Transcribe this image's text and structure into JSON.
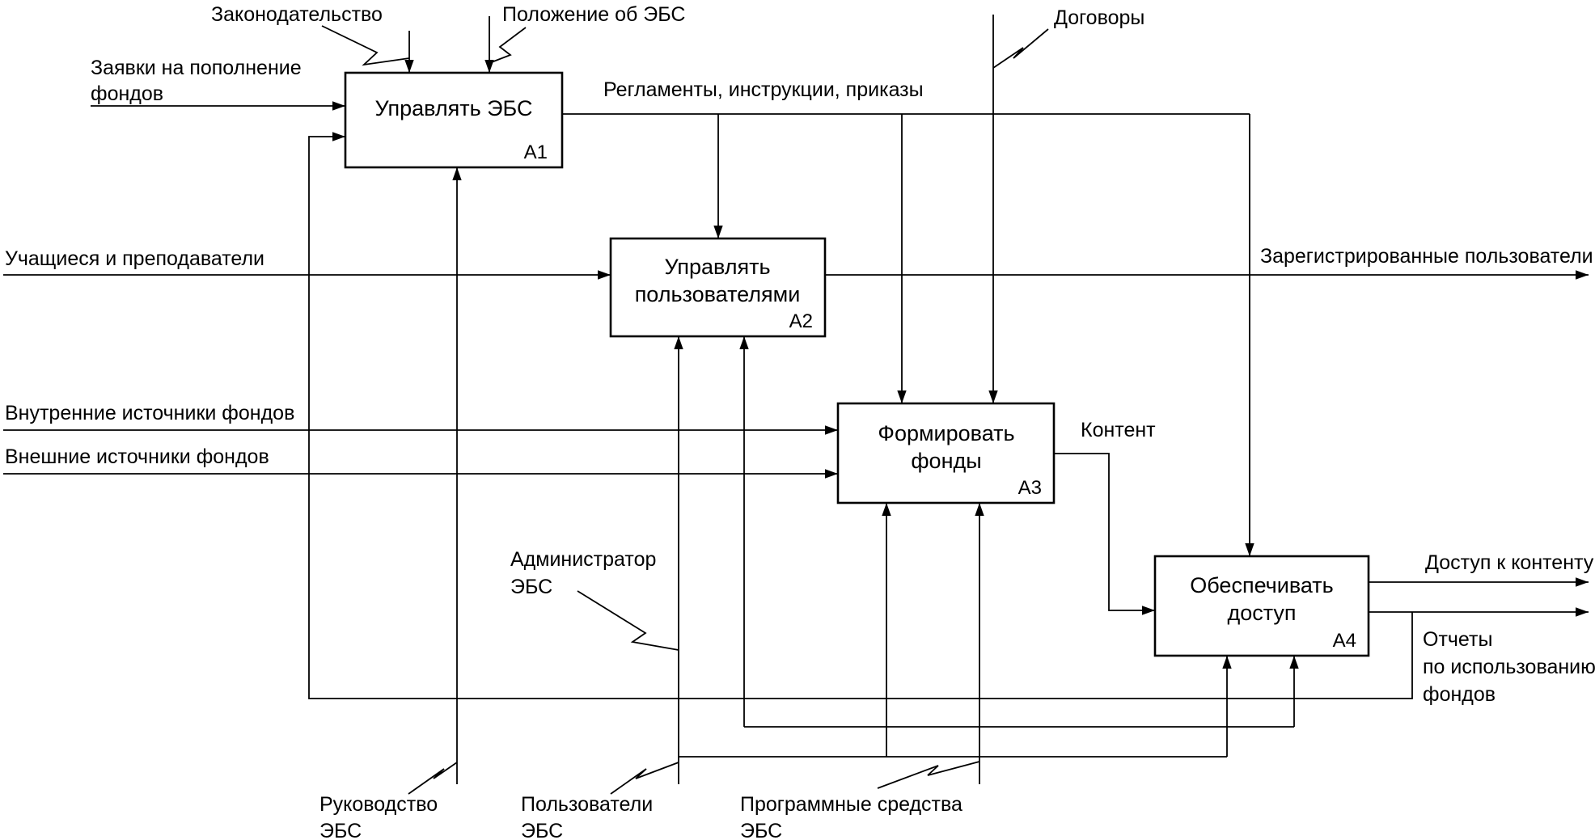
{
  "diagram": {
    "type": "IDEF0-decomposition",
    "boxes": [
      {
        "code": "A1",
        "lines": [
          "Управлять ЭБС",
          ""
        ]
      },
      {
        "code": "A2",
        "lines": [
          "Управлять",
          "пользователями"
        ]
      },
      {
        "code": "A3",
        "lines": [
          "Формировать",
          "фонды"
        ]
      },
      {
        "code": "A4",
        "lines": [
          "Обеспечивать",
          "доступ"
        ]
      }
    ],
    "labels": {
      "legislation": "Законодательство",
      "regulation_ebs": "Положение об ЭБС",
      "contracts": "Договоры",
      "requests_line1": "Заявки на пополнение",
      "requests_line2": "фондов",
      "reglaments": "Регламенты, инструкции, приказы",
      "students": "Учащиеся и преподаватели",
      "registered_users": "Зарегистрированные пользователи",
      "internal_sources": "Внутренние источники фондов",
      "external_sources": "Внешние источники фондов",
      "content": "Контент",
      "access_to_content": "Доступ к контенту",
      "reports_line1": "Отчеты",
      "reports_line2": "по использованию",
      "reports_line3": "фондов",
      "administrator_line1": "Администратор",
      "administrator_line2": "ЭБС",
      "management_line1": "Руководство",
      "management_line2": "ЭБС",
      "users_line1": "Пользователи",
      "users_line2": "ЭБС",
      "software_line1": "Программные средства",
      "software_line2": "ЭБС"
    }
  }
}
